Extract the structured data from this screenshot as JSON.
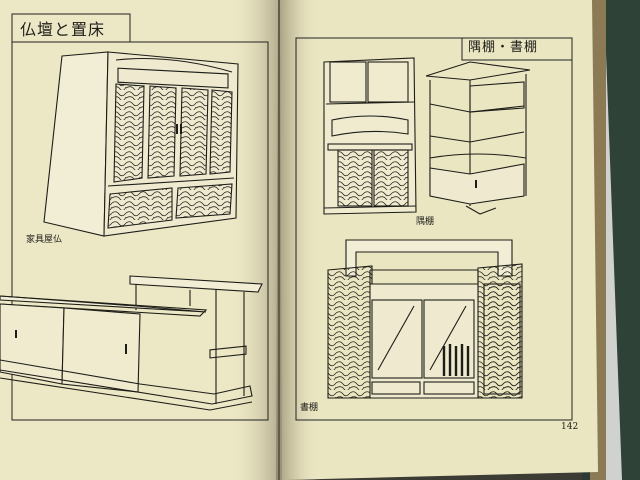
{
  "book": {
    "left_page": {
      "title": "仏壇と置床",
      "caption": "家具屋仏"
    },
    "right_page": {
      "title": "隅棚・書棚",
      "caption_corner": "隅棚",
      "caption_bookcase": "書棚",
      "page_number": "142"
    }
  },
  "colors": {
    "paper": "#ece7c4",
    "ink": "#1e1e1a",
    "cover": "#2d3a33"
  }
}
